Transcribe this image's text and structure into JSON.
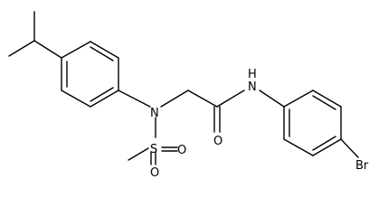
{
  "molecule": {
    "atoms": {
      "N1": "N",
      "S": "S",
      "O1": "O",
      "O2": "O",
      "O3": "O",
      "NH": "N",
      "H": "H",
      "Br": "Br"
    }
  },
  "colors": {
    "bond": "#000000",
    "label": "#000000",
    "background": "#ffffff"
  }
}
